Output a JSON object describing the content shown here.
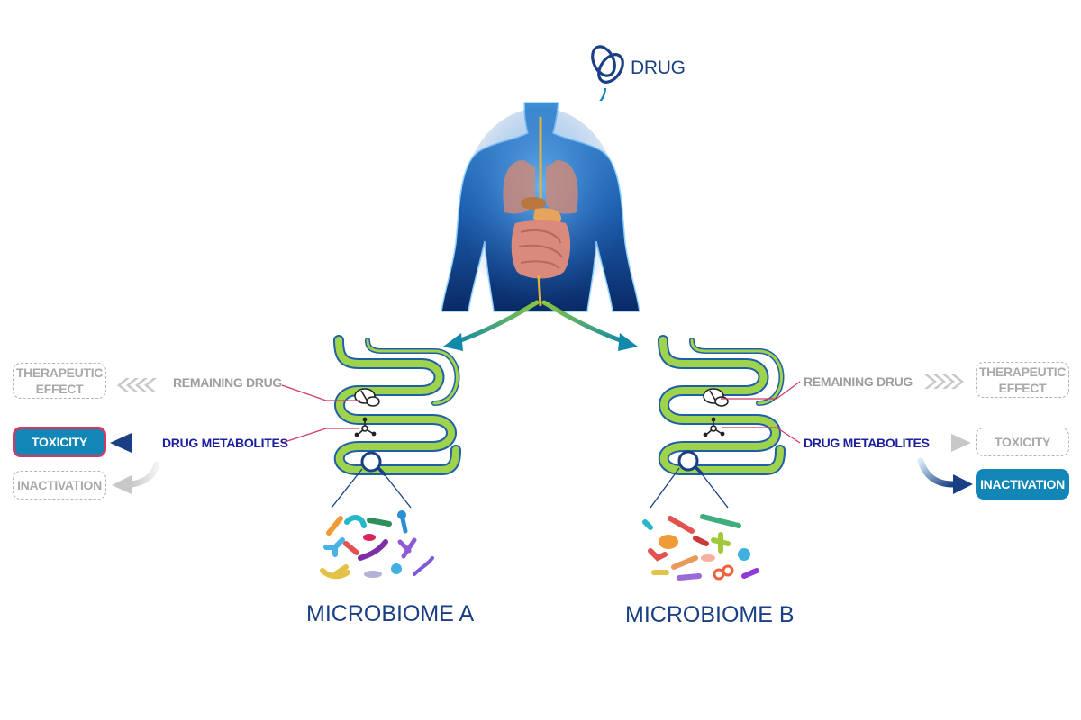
{
  "drug": {
    "label": "DRUG",
    "icon": "pill-capsules-icon"
  },
  "colors": {
    "navy": "#1a3f85",
    "teal": "#1186b7",
    "gut_green": "#8cc63f",
    "gut_outline": "#1f5fa8",
    "metabolite_label": "#1c1f9c",
    "pink_accent": "#d23a66",
    "muted_gray": "#a9a9a9"
  },
  "panels": [
    {
      "title": "MICROBIOME A",
      "remaining_drug": "REMAINING DRUG",
      "drug_metabolites": "DRUG METABOLITES",
      "therapeutic_effect": "THERAPEUTIC EFFECT",
      "toxicity": "TOXICITY",
      "inactivation": "INACTIVATION",
      "active_outcome": "TOXICITY"
    },
    {
      "title": "MICROBIOME B",
      "remaining_drug": "REMAINING DRUG",
      "drug_metabolites": "DRUG METABOLITES",
      "therapeutic_effect": "THERAPEUTIC EFFECT",
      "toxicity": "TOXICITY",
      "inactivation": "INACTIVATION",
      "active_outcome": "INACTIVATION"
    }
  ]
}
